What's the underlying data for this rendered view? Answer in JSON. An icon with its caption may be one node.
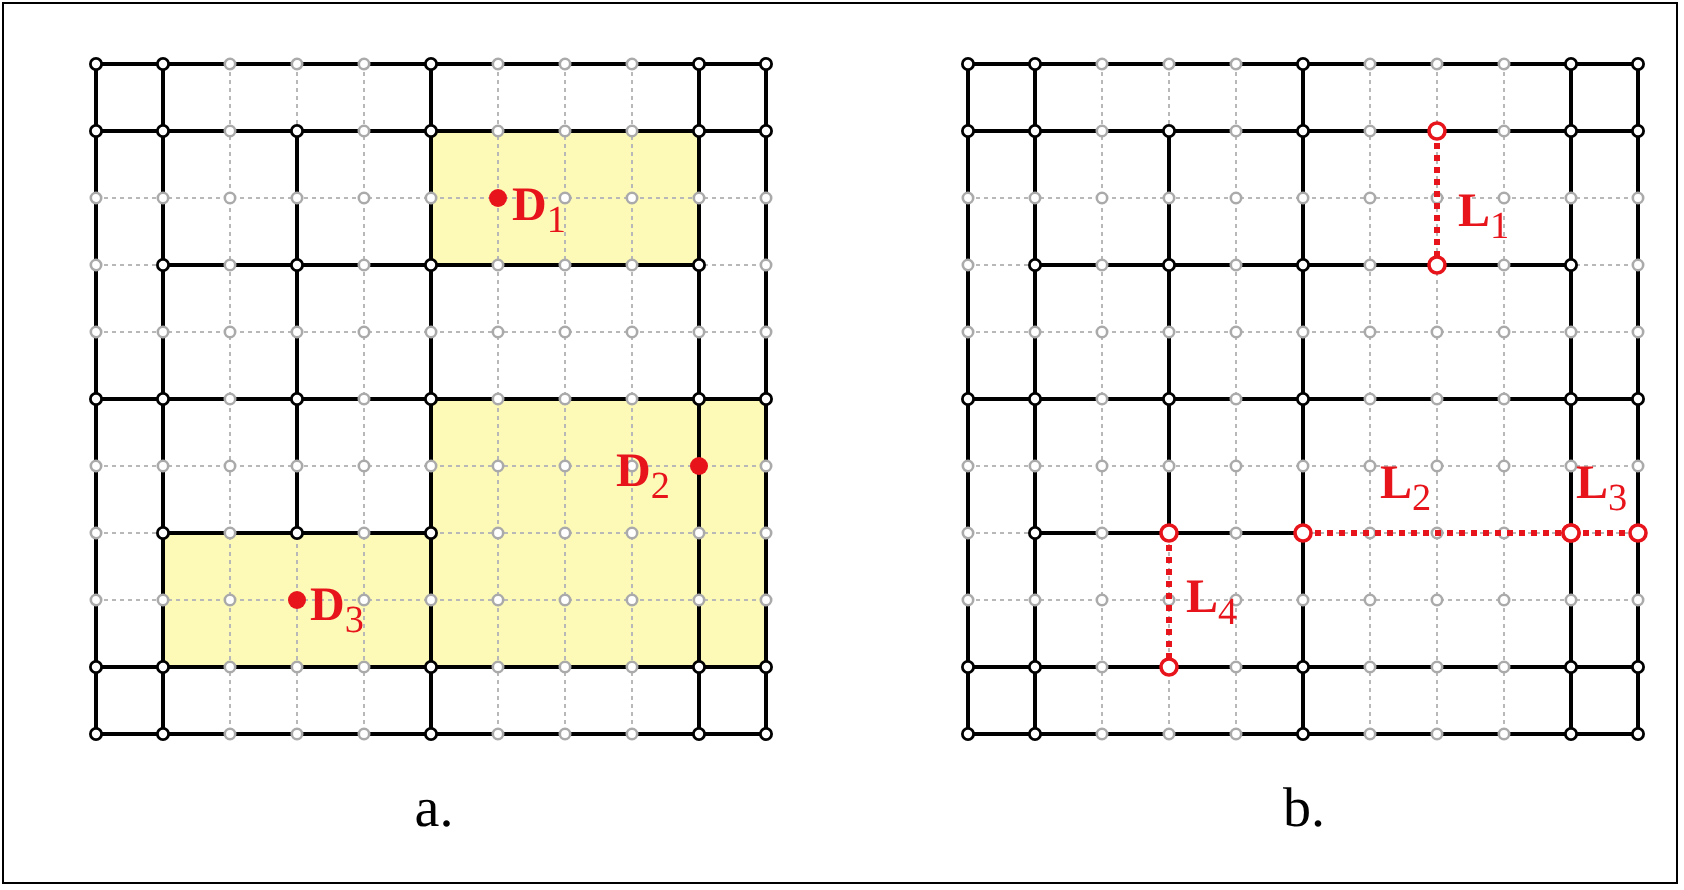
{
  "diagram": {
    "labels": [
      "D$_{1}$",
      "D$_{2}$",
      "D$_{3}$",
      "a.",
      "L$_{1}$",
      "L$_{2}$",
      "L$_{3}$",
      "L$_{4}$",
      "b."
    ]
  }
}
